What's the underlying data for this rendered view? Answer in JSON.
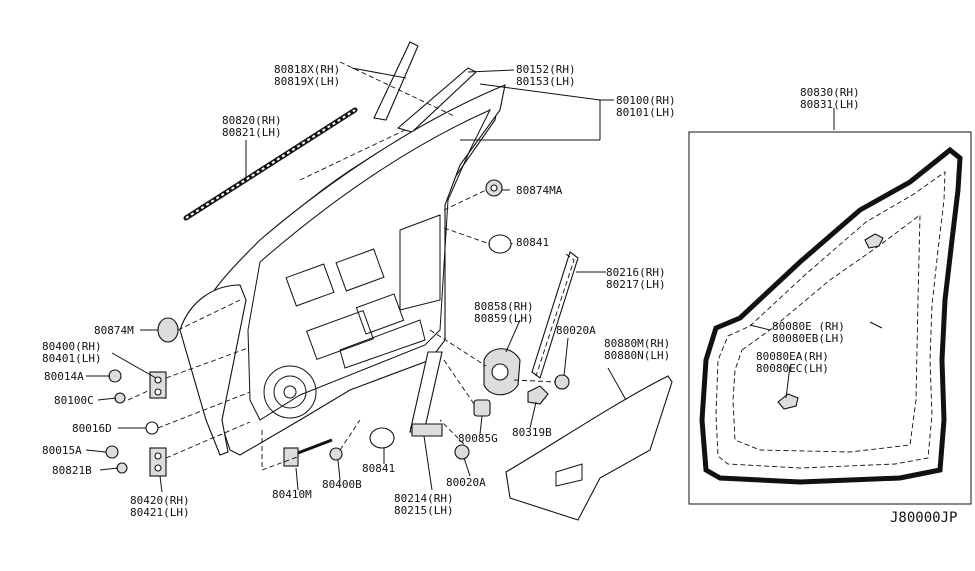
{
  "diagram_id": "J80000JP",
  "callouts": {
    "c80818": [
      "80818X(RH)",
      "80819X(LH)"
    ],
    "c80152": [
      "80152(RH)",
      "80153(LH)"
    ],
    "c80100": [
      "80100(RH)",
      "80101(LH)"
    ],
    "c80820": [
      "80820(RH)",
      "80821(LH)"
    ],
    "c80874MA": [
      "80874MA"
    ],
    "c80841a": [
      "80841"
    ],
    "c80216": [
      "80216(RH)",
      "80217(LH)"
    ],
    "c80858": [
      "80858(RH)",
      "80859(LH)"
    ],
    "c80020Aa": [
      "80020A"
    ],
    "c80880": [
      "80880M(RH)",
      "80880N(LH)"
    ],
    "c80874M": [
      "80874M"
    ],
    "c80400": [
      "80400(RH)",
      "80401(LH)"
    ],
    "c80014A": [
      "80014A"
    ],
    "c80100C": [
      "80100C"
    ],
    "c80016D": [
      "80016D"
    ],
    "c80015A": [
      "80015A"
    ],
    "c80821B": [
      "80821B"
    ],
    "c80420": [
      "80420(RH)",
      "80421(LH)"
    ],
    "c80410M": [
      "80410M"
    ],
    "c80400B": [
      "80400B"
    ],
    "c80841b": [
      "80841"
    ],
    "c80214": [
      "80214(RH)",
      "80215(LH)"
    ],
    "c80020Ab": [
      "80020A"
    ],
    "c80085G": [
      "80085G"
    ],
    "c80319B": [
      "80319B"
    ],
    "c80830": [
      "80830(RH)",
      "80831(LH)"
    ],
    "c80080E": [
      "80080E (RH)",
      "80080EB(LH)"
    ],
    "c80080EA": [
      "80080EA(RH)",
      "80080EC(LH)"
    ]
  }
}
